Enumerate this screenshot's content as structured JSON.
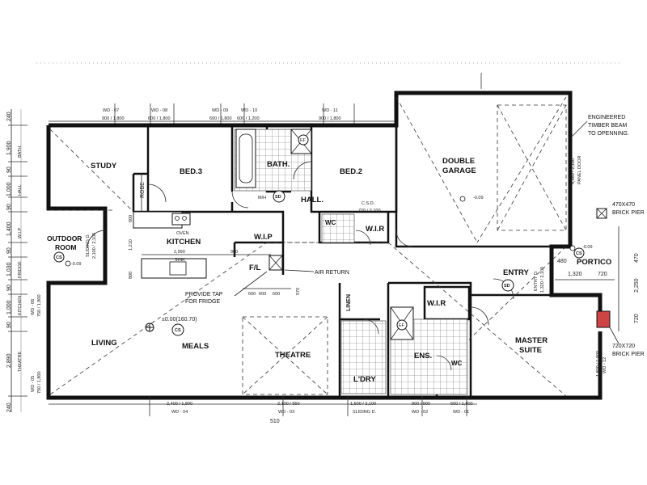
{
  "rooms": {
    "study": "STUDY",
    "bed3": "BED.3",
    "bath": "BATH.",
    "bed2": "BED.2",
    "double_garage_1": "DOUBLE",
    "double_garage_2": "GARAGE",
    "hall": "HALL.",
    "robe": "ROBE",
    "outdoor_room_1": "OUTDOOR",
    "outdoor_room_2": "ROOM",
    "kitchen": "KITCHEN",
    "wip": "W.I.P",
    "wc_upper": "WC",
    "wir_upper": "W.I.R",
    "fl": "F/L",
    "entry": "ENTRY",
    "portico": "PORTICO",
    "living": "LIVING",
    "meals": "MEALS",
    "theatre": "THEATRE",
    "linen": "LINEN",
    "wir_lower": "W.I.R",
    "master_suite_1": "MASTER",
    "master_suite_2": "SUITE",
    "ens": "ENS.",
    "wc_lower": "WC",
    "ldry": "L'DRY"
  },
  "labels": {
    "oven": "OVEN",
    "sink": "SINK",
    "mh": "M/H",
    "sd": "SD",
    "cs": "CS",
    "ef": "EF",
    "csd": "C.S.D.",
    "csd_size": "720 / 2,100",
    "level_outdoor": "-0.09",
    "level_garage": "-0.09",
    "level_portico": "-0.09",
    "level_main": "±0.00(160.70)",
    "panel_door": "PANEL DOOR",
    "garage_door_size": "4,880 / 2,100",
    "sliding_outdoor": "SLIDING D.",
    "sliding_outdoor_size": "2,100 / 2,100",
    "entry_door": "ENTRY D.",
    "entry_door_size": "1,320 / 2,100"
  },
  "notes": {
    "timber_beam_1": "ENGINEERED",
    "timber_beam_2": "TIMBER BEAM",
    "timber_beam_3": "TO OPENNING.",
    "brick_pier_top_1": "470X470",
    "brick_pier_top_2": "BRICK PIER",
    "brick_pier_bottom_1": "720X720",
    "brick_pier_bottom_2": "BRICK PIER",
    "air_return": "AIR RETURN",
    "provide_tap_1": "PROVIDE TAP",
    "provide_tap_2": "FOR FRIDGE"
  },
  "windows_top": [
    {
      "code": "WD - 07",
      "size": "900 / 1,800"
    },
    {
      "code": "WD - 08",
      "size": "600 / 1,800"
    },
    {
      "code": "WD - 09",
      "size": "600 / 1,800"
    },
    {
      "code": "WD - 10",
      "size": "600 / 1,200"
    },
    {
      "code": "WD - 11",
      "size": "900 / 1,800"
    }
  ],
  "windows_bottom": [
    {
      "code": "WD - 04",
      "size": "2,400 / 1,800"
    },
    {
      "code": "WD - 03",
      "size": "2,100 / 550"
    },
    {
      "code": "SLIDING D.",
      "size": "1,500 / 2,100"
    },
    {
      "code": "WD - 02",
      "size": "900 / 900"
    },
    {
      "code": "WD - 01",
      "size": "600 / 1,800"
    }
  ],
  "windows_left": [
    {
      "code": "WD - 06",
      "size": "750 / 1,800"
    },
    {
      "code": "WD - 05",
      "size": "750 / 1,800"
    }
  ],
  "window_right": {
    "code": "WD - 12",
    "size": "1,800 / 1,800"
  },
  "left_dims": [
    "240",
    "1,900",
    "90",
    "1,000",
    "90",
    "1,400",
    "90",
    "1,030",
    "90",
    "1,000",
    "90",
    "2,890",
    "240"
  ],
  "left_room_labels": [
    "BATH.",
    "HALL",
    "W.I.P",
    "FRIDGE",
    "KITCHEN",
    "THEATRE"
  ],
  "right_dims": [
    "470",
    "2,250",
    "720"
  ],
  "portico_dims": [
    "480",
    "1,320",
    "720"
  ],
  "kitchen_dims": {
    "bench": "2,990",
    "wip_w": "900",
    "v1210": "1,210",
    "v600": "600",
    "v800": "800",
    "d600a": "600",
    "d600b": "600",
    "d600c": "600",
    "v570": "570"
  },
  "bottom_label": "510"
}
